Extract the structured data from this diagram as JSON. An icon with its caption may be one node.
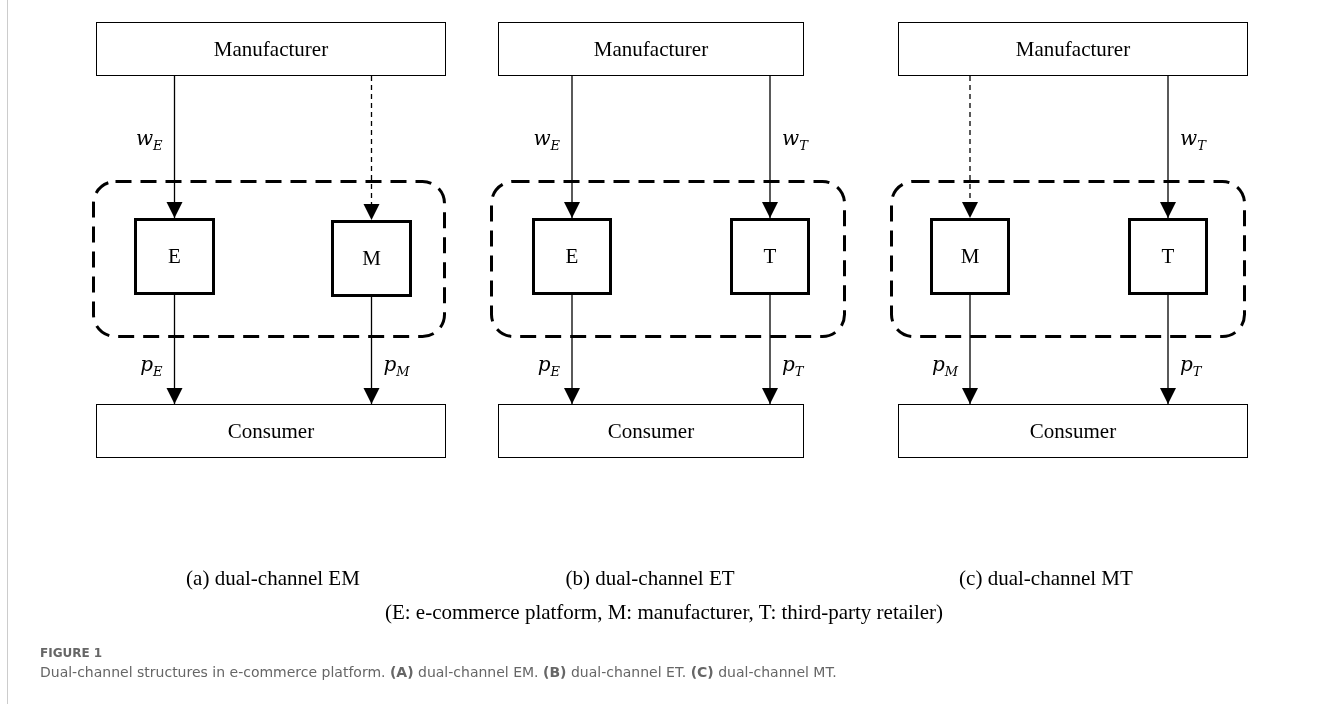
{
  "diagram": {
    "title": "FIGURE 1",
    "caption": "Dual-channel structures in e-commerce platform. **(A)** dual-channel EM. **(B)** dual-channel ET. **(C)** dual-channel MT.",
    "nodes": [
      {
        "text": [
          "Manufacturer"
        ]
      },
      {
        "text": [],
        "shape": "box"
      },
      {
        "text": [
          "E"
        ],
        "in": 1
      },
      {
        "text": [
          "M"
        ],
        "in": 1
      },
      {
        "text": [
          "Consumer"
        ]
      },
      {
        "text": [
          "Manufacturer"
        ]
      },
      {
        "text": [],
        "shape": "box"
      },
      {
        "text": [
          "E"
        ],
        "in": 6
      },
      {
        "text": [
          "T"
        ],
        "in": 6
      },
      {
        "text": [
          "Consumer"
        ]
      },
      {
        "text": [
          "Manufacturer"
        ]
      },
      {
        "text": [],
        "shape": "box"
      },
      {
        "text": [
          "M"
        ],
        "in": 11
      },
      {
        "text": [
          "T"
        ],
        "in": 11
      },
      {
        "text": [
          "Consumer"
        ]
      }
    ],
    "edges": [
      {
        "from": 0,
        "to": 2,
        "arrow": "to",
        "label": "w$_{E}$"
      },
      {
        "from": 0,
        "to": 3,
        "arrow": "to",
        "style": "dashed"
      },
      {
        "from": 2,
        "to": 4,
        "arrow": "to",
        "label": "p$_{E}$"
      },
      {
        "from": 3,
        "to": 4,
        "arrow": "to",
        "label": "p$_{M}$"
      },
      {
        "from": 5,
        "to": 7,
        "arrow": "to",
        "label": "w$_{E}$"
      },
      {
        "from": 5,
        "to": 8,
        "arrow": "to",
        "label": "w$_{T}$"
      },
      {
        "from": 7,
        "to": 9,
        "arrow": "to",
        "label": "p$_{E}$"
      },
      {
        "from": 8,
        "to": 9,
        "arrow": "to",
        "label": "p$_{T}$"
      },
      {
        "from": 10,
        "to": 12,
        "arrow": "to",
        "style": "dashed"
      },
      {
        "from": 10,
        "to": 13,
        "arrow": "to",
        "label": "w$_{T}$"
      },
      {
        "from": 12,
        "to": 14,
        "arrow": "to",
        "label": "p$_{M}$"
      },
      {
        "from": 13,
        "to": 14,
        "arrow": "to",
        "label": "p$_{T}$"
      }
    ],
    "labels": [
      "(a) dual-channel EM",
      "(b) dual-channel ET",
      "(c) dual-channel MT",
      "(E: e-commerce platform, M: manufacturer, T: third-party retailer)"
    ]
  }
}
